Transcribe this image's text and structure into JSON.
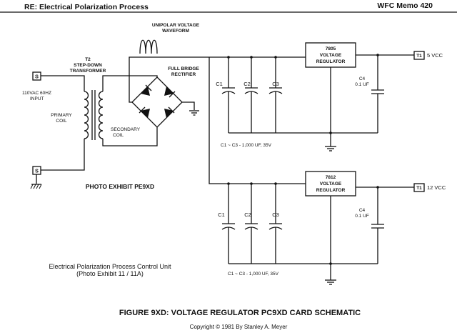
{
  "header": {
    "left": "RE: Electrical Polarization Process",
    "right": "WFC Memo 420"
  },
  "terminals": {
    "s_top": "S",
    "s_bottom": "S",
    "t1_upper": "T1",
    "t1_lower": "T1",
    "out_upper": "5 VCC",
    "out_lower": "12 VCC"
  },
  "labels": {
    "input_line1": "110VAC 60HZ",
    "input_line2": "INPUT",
    "transformer_line1": "T2",
    "transformer_line2": "STEP-DOWN",
    "transformer_line3": "TRANSFORMER",
    "primary_line1": "PRIMARY",
    "primary_line2": "COIL",
    "secondary_line1": "SECONDARY",
    "secondary_line2": "COIL",
    "waveform_line1": "UNIPOLAR VOLTAGE",
    "waveform_line2": "WAVEFORM",
    "rectifier_line1": "FULL BRIDGE",
    "rectifier_line2": "RECTIFIER",
    "photo_exhibit": "PHOTO EXHIBIT PE9XD"
  },
  "regulators": {
    "upper": {
      "part": "7805",
      "line1": "VOLTAGE",
      "line2": "REGULATOR"
    },
    "lower": {
      "part": "7812",
      "line1": "VOLTAGE",
      "line2": "REGULATOR"
    }
  },
  "capacitors": {
    "c1": "C1",
    "c2": "C2",
    "c3": "C3",
    "c4": "C4",
    "c4_value": "0.1 UF",
    "bank_note": "C1 ~ C3 - 1,000 UF, 35V"
  },
  "caption": {
    "line1": "Electrical Polarization Process Control Unit",
    "line2": "(Photo Exhibit 11  / 11A)"
  },
  "figure_title": "FIGURE 9XD: VOLTAGE REGULATOR PC9XD CARD SCHEMATIC",
  "copyright": "Copyright © 1981 By Stanley A. Meyer"
}
